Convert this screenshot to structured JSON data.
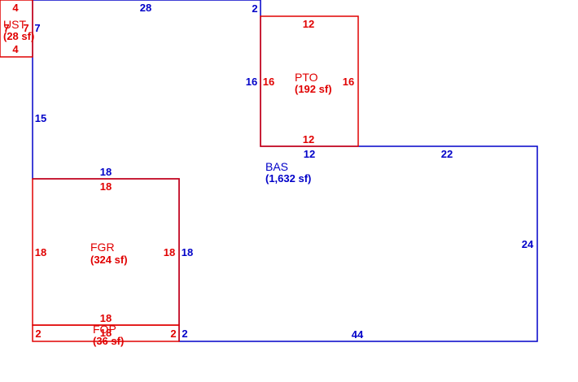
{
  "colors": {
    "main": "#0000c8",
    "sub": "#e00000",
    "background": "#ffffff"
  },
  "areas": {
    "bas": {
      "name": "BAS",
      "size": "(1,632 sf)"
    },
    "pto": {
      "name": "PTO",
      "size": "(192 sf)"
    },
    "fgr": {
      "name": "FGR",
      "size": "(324 sf)"
    },
    "ust": {
      "name": "UST",
      "size": "(28 sf)"
    },
    "fop": {
      "name": "FOP",
      "size": "(36 sf)"
    }
  },
  "dimensions": {
    "bas_top": "28",
    "bas_top_small": "2",
    "bas_left": "15",
    "ust_side": "7",
    "bas_pto_side": "16",
    "bas_pto_bottom": "12",
    "bas_right_top": "22",
    "bas_right": "24",
    "bas_bottom": "44",
    "bas_fgr_side": "18",
    "bas_fgr_top": "18",
    "bas_fop_side": "2",
    "pto_top": "12",
    "pto_left": "16",
    "pto_right": "16",
    "pto_bottom": "12",
    "ust_top": "4",
    "ust_bottom": "4",
    "ust_left": "7",
    "ust_right": "7",
    "fgr_top": "18",
    "fgr_left": "18",
    "fgr_right": "18",
    "fgr_bottom": "18",
    "fop_left": "2",
    "fop_right": "2",
    "fop_bottom": "18"
  }
}
